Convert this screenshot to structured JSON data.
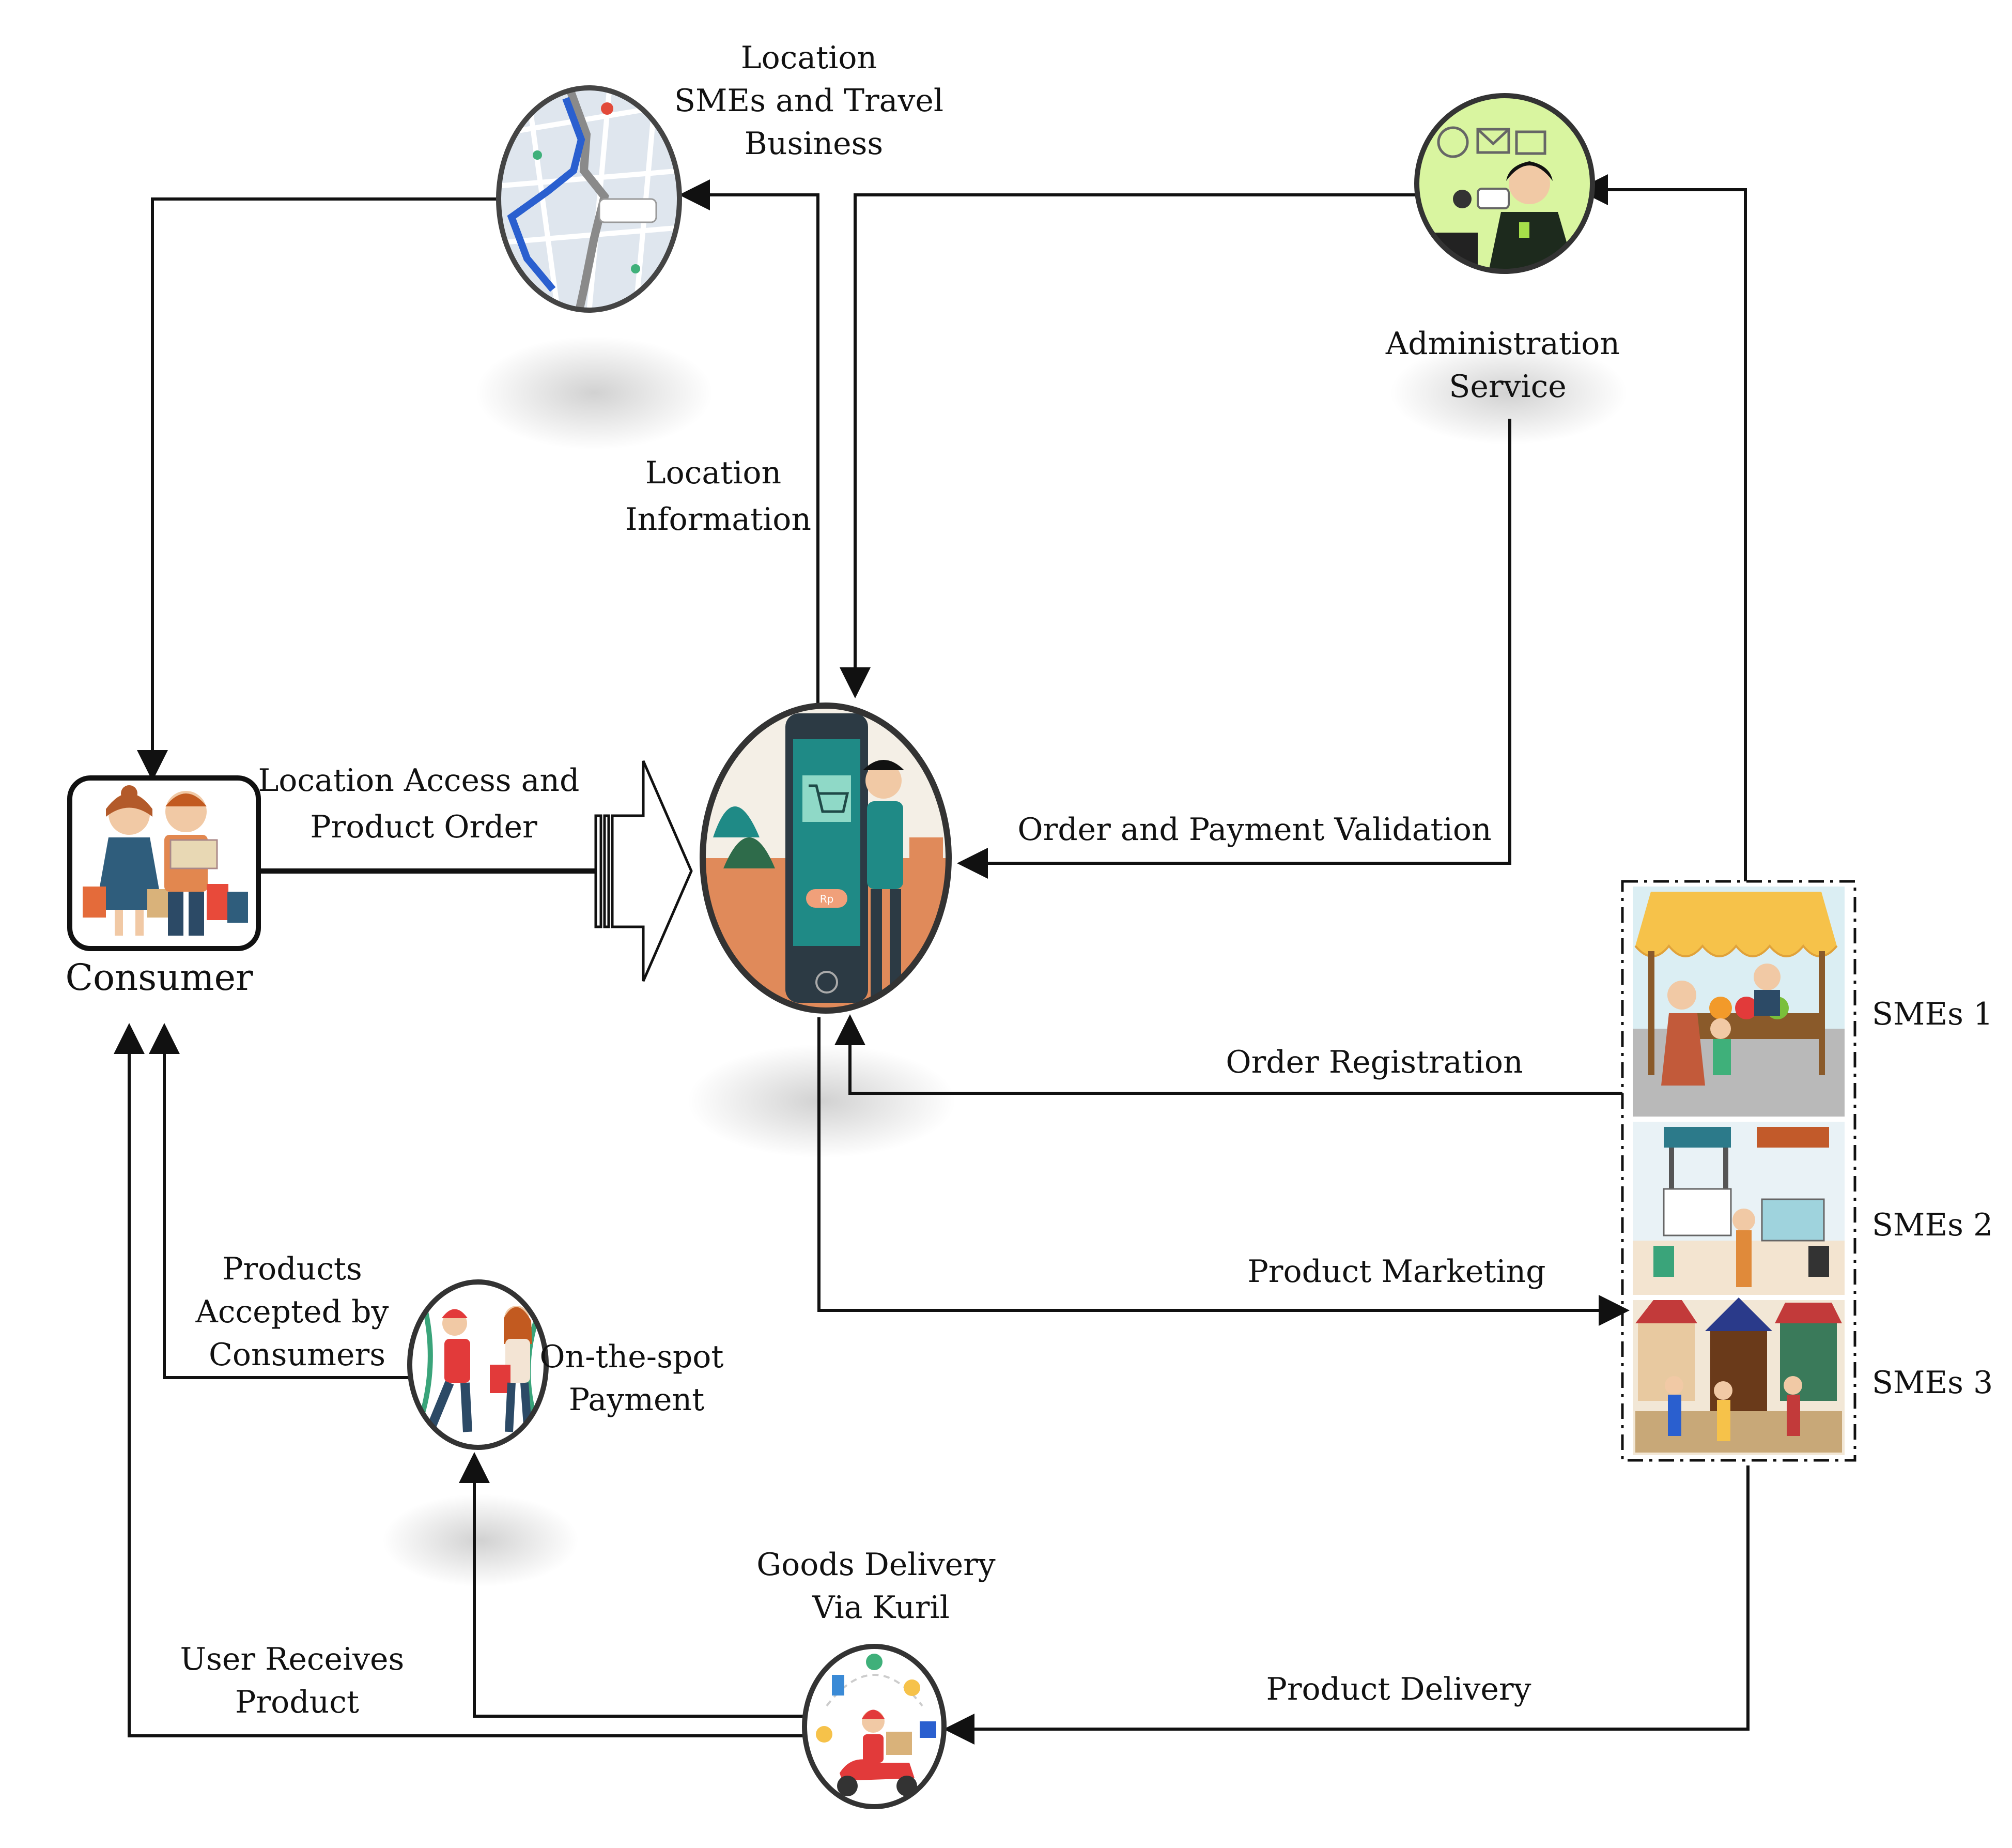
{
  "nodes": {
    "consumer": {
      "label": "Consumer"
    },
    "location": {
      "label_lines": [
        "Location",
        "SMEs and Travel",
        "Business"
      ]
    },
    "admin": {
      "label_lines": [
        "Administration",
        "Service"
      ]
    },
    "payment": {
      "label_lines": [
        "On-the-spot",
        "Payment"
      ]
    },
    "delivery": {
      "label_lines": [
        "Goods Delivery",
        "Via Kuril"
      ]
    },
    "smes": [
      {
        "label": "SMEs 1"
      },
      {
        "label": "SMEs 2"
      },
      {
        "label": "SMEs 3"
      }
    ],
    "app": {
      "screen_text": "Rp"
    }
  },
  "edges": {
    "location_access": [
      "Location Access and",
      "Product Order"
    ],
    "location_information": [
      "Location",
      "Information"
    ],
    "order_payment_validation": "Order and Payment Validation",
    "order_registration": "Order Registration",
    "product_marketing": "Product Marketing",
    "products_accepted": [
      "Products",
      "Accepted by",
      "Consumers"
    ],
    "user_receives": [
      "User Receives",
      "Product"
    ],
    "product_delivery": "Product Delivery"
  },
  "colors": {
    "line": "#111111",
    "app_teal": "#1f8a86",
    "app_orange": "#e08a5a",
    "admin_green": "#d9f5a0",
    "map_bg": "#dfe6ee",
    "route_blue": "#2a5fcf",
    "awning_yellow": "#f6c24a",
    "delivery_red": "#e23a3a"
  },
  "icons": [
    "map-icon",
    "support-agent-icon",
    "shopping-cart-icon",
    "shoppers-icon",
    "market-stall-icon",
    "courier-scooter-icon",
    "handover-payment-icon"
  ]
}
